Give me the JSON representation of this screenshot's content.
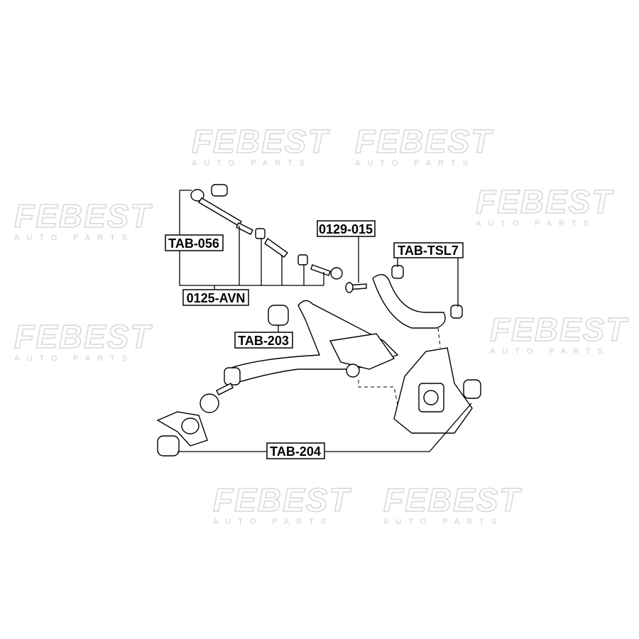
{
  "watermark": {
    "brand": "FEBEST",
    "tagline": "AUTO PARTS"
  },
  "labels": {
    "tab056": "TAB-056",
    "avn0125": "0125-AVN",
    "p0129015": "0129-015",
    "tabtsl7": "TAB-TSL7",
    "tab203": "TAB-203",
    "tab204": "TAB-204"
  }
}
